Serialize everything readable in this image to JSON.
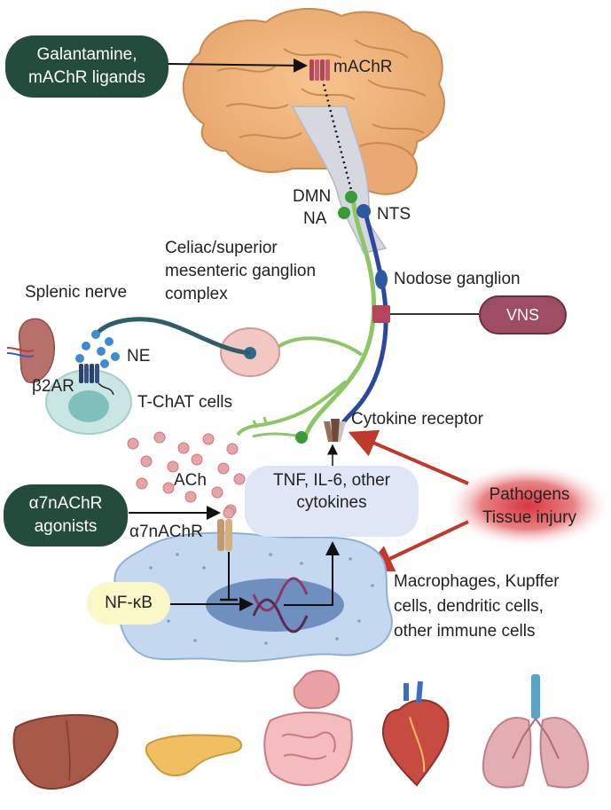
{
  "labels": {
    "drug_top_line1": "Galantamine,",
    "drug_top_line2": "mAChR ligands",
    "machr": "mAChR",
    "dmn": "DMN",
    "na": "NA",
    "nts": "NTS",
    "celiac_line1": "Celiac/superior",
    "celiac_line2": "mesenteric ganglion",
    "celiac_line3": "complex",
    "nodose": "Nodose ganglion",
    "splenic": "Splenic nerve",
    "vns": "VNS",
    "ne": "NE",
    "b2ar": "β2AR",
    "tchat": "T-ChAT cells",
    "cytokine_receptor": "Cytokine receptor",
    "ach": "ACh",
    "cyto_line1": "TNF, IL-6, other",
    "cyto_line2": "cytokines",
    "patho_line1": "Pathogens",
    "patho_line2": "Tissue injury",
    "a7_line1": "α7nAChR",
    "a7_line2": "agonists",
    "a7nachr": "α7nAChR",
    "nfkb": "NF-κB",
    "immune_line1": "Macrophages, Kupffer",
    "immune_line2": "cells, dendritic cells,",
    "immune_line3": "other immune cells"
  },
  "colors": {
    "dark_pill": "#244c3c",
    "vns": "#9e4d63",
    "efferent_green": "#8cc665",
    "afferent_blue": "#2c47a0",
    "splenic_teal": "#2f5f66",
    "red_arrow": "#c0392b",
    "ach_dot": "#e8a3a6",
    "ne_dot": "#3f8ad0",
    "macrophage": "#c4d9ef",
    "cytokine_box": "#dfe6f6",
    "nfkb_box": "#fbf8c8"
  },
  "icons": [
    "brain-icon",
    "spleen-icon",
    "liver-icon",
    "pancreas-icon",
    "intestine-icon",
    "heart-icon",
    "lungs-icon",
    "receptor-icon",
    "dna-icon"
  ]
}
